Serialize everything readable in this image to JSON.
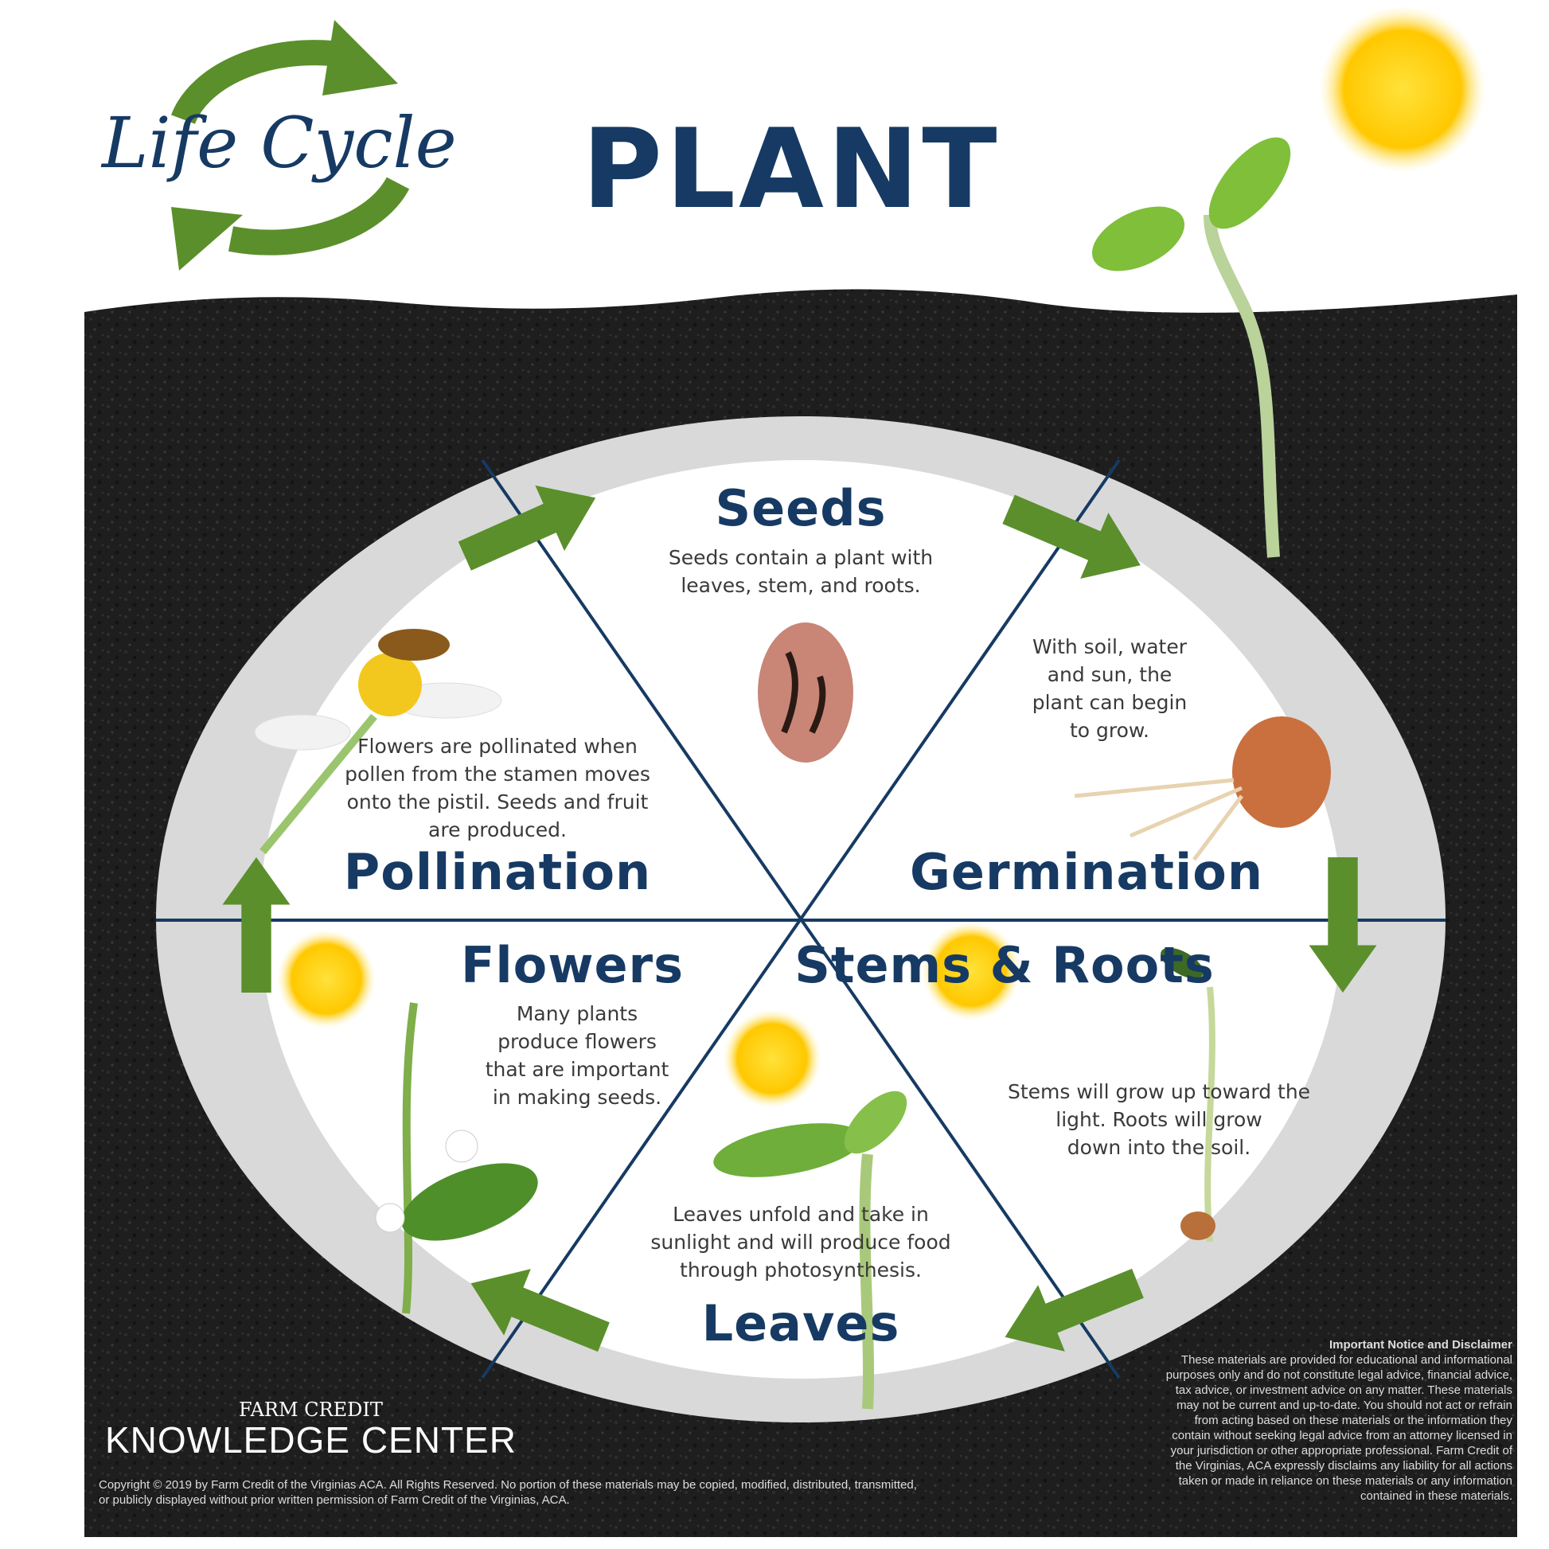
{
  "header": {
    "script_title": "Life Cycle",
    "title": "PLANT"
  },
  "stages": [
    {
      "name": "Seeds",
      "description": [
        "Seeds contain a plant with",
        "leaves, stem, and roots."
      ]
    },
    {
      "name": "Germination",
      "description": [
        "With soil, water",
        "and sun, the",
        "plant can begin",
        "to grow."
      ]
    },
    {
      "name": "Stems & Roots",
      "description": [
        "Stems will grow up toward the",
        "light.  Roots will grow",
        "down into the soil."
      ]
    },
    {
      "name": "Leaves",
      "description": [
        "Leaves unfold and take in",
        "sunlight and will produce food",
        "through photosynthesis."
      ]
    },
    {
      "name": "Flowers",
      "description": [
        "Many plants",
        "produce flowers",
        "that are important",
        "in making seeds."
      ]
    },
    {
      "name": "Pollination",
      "description": [
        "Flowers are pollinated when",
        "pollen from the stamen moves",
        "onto the pistil.  Seeds and fruit",
        "are produced."
      ]
    }
  ],
  "footer": {
    "brand_small": "FARM CREDIT",
    "brand": "KNOWLEDGE CENTER",
    "copyright": "Copyright © 2019 by Farm Credit of the Virginias ACA. All Rights Reserved. No portion of these materials may be copied, modified, distributed, transmitted, or publicly displayed without prior written permission of Farm Credit of the Virginias, ACA.",
    "notice_title": "Important Notice and Disclaimer",
    "notice": "These materials are provided for educational and informational purposes only and do not constitute legal advice, financial advice, tax advice, or investment advice on any matter. These materials may not be current and up-to-date. You should not act or refrain from acting based on these materials or the information they contain without seeking legal advice from an attorney licensed in your jurisdiction or other appropriate professional. Farm Credit of the Virginias, ACA expressly disclaims any liability for all actions taken or made in reliance on these materials or any information contained in these materials."
  },
  "colors": {
    "navy": "#163a63",
    "green": "#5b8f2b",
    "soil": "#1e1e1e",
    "ring": "#d9d9d9"
  }
}
